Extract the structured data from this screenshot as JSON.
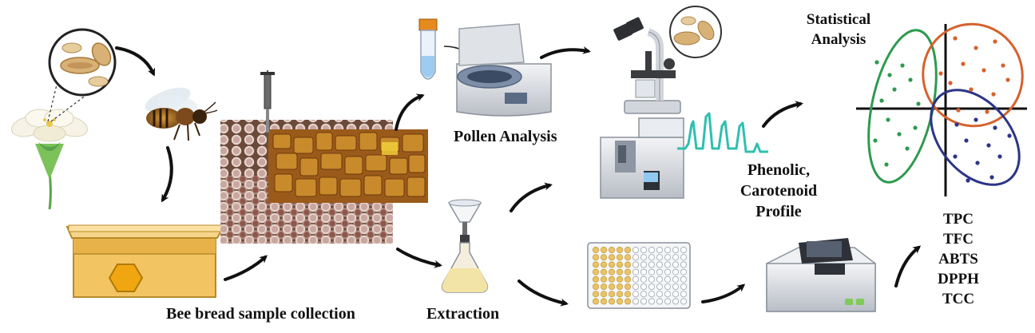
{
  "labels": {
    "collection": "Bee bread sample collection",
    "extraction": "Extraction",
    "pollen_analysis": "Pollen Analysis",
    "phenolic_line1": "Phenolic,",
    "phenolic_line2": "Carotenoid",
    "phenolic_line3": "Profile",
    "statistical_line1": "Statistical",
    "statistical_line2": "Analysis"
  },
  "assays": [
    "TPC",
    "TFC",
    "ABTS",
    "DPPH",
    "TCC"
  ],
  "colors": {
    "arrow": "#111111",
    "cluster_green": "#2e9a4f",
    "cluster_orange": "#d5622e",
    "cluster_navy": "#2c3585",
    "chromatogram": "#2fbfb0",
    "honey": "#e6a323"
  },
  "icons": [
    "flower-icon",
    "pollen-magnifier-icon",
    "bee-icon",
    "beehive-icon",
    "honeycomb-photo",
    "syringe-icon",
    "centrifuge-tube-icon",
    "centrifuge-icon",
    "microscope-icon",
    "hplc-icon",
    "funnel-flask-icon",
    "microplate-icon",
    "plate-reader-icon",
    "pca-plot"
  ]
}
